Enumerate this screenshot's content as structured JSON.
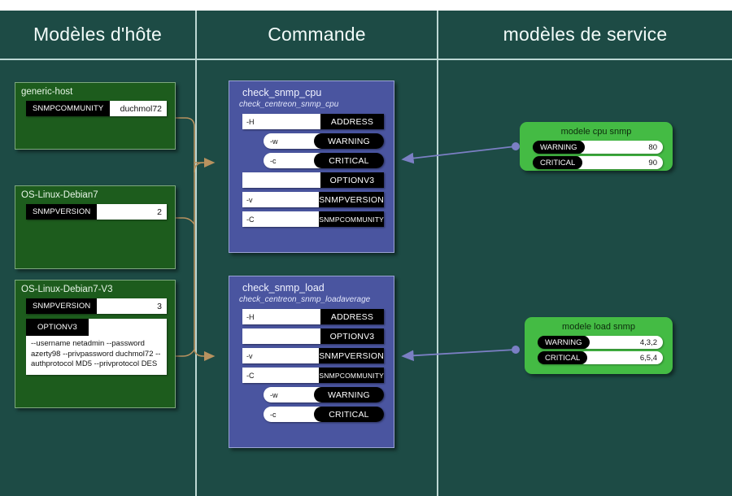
{
  "diagram": {
    "columns": [
      {
        "title": "Modèles d'hôte"
      },
      {
        "title": "Commande"
      },
      {
        "title": "modèles de service"
      }
    ],
    "colors": {
      "background": "#1d4b45",
      "host_node": "#1d5c1d",
      "command_node": "#4a55a0",
      "service_node": "#44bb44",
      "host_link": "#b08d60",
      "service_link": "#7b7fc4",
      "divider": "#bcd7d3"
    }
  },
  "host_templates": [
    {
      "name": "generic-host",
      "macros": [
        {
          "key": "SNMPCOMMUNITY",
          "value": "duchmol72"
        }
      ]
    },
    {
      "name": "OS-Linux-Debian7",
      "macros": [
        {
          "key": "SNMPVERSION",
          "value": "2"
        }
      ]
    },
    {
      "name": "OS-Linux-Debian7-V3",
      "macros": [
        {
          "key": "SNMPVERSION",
          "value": "3"
        }
      ],
      "block_macro": {
        "key": "OPTIONV3",
        "text": "--username netadmin --password azerty98 --privpassword duchmol72 --authprotocol MD5 --privprotocol DES"
      }
    }
  ],
  "commands": [
    {
      "name": "check_snmp_cpu",
      "binary": "check_centreon_snmp_cpu",
      "args": [
        {
          "flag": "-H",
          "name": "ADDRESS",
          "style": "square"
        },
        {
          "flag": "-w",
          "name": "WARNING",
          "style": "pill"
        },
        {
          "flag": "-c",
          "name": "CRITICAL",
          "style": "pill"
        },
        {
          "flag": "",
          "name": "OPTIONV3",
          "style": "square"
        },
        {
          "flag": "-v",
          "name": "SNMPVERSION",
          "style": "square"
        },
        {
          "flag": "-C",
          "name": "SNMPCOMMUNITY",
          "style": "square",
          "small": true
        }
      ]
    },
    {
      "name": "check_snmp_load",
      "binary": "check_centreon_snmp_loadaverage",
      "args": [
        {
          "flag": "-H",
          "name": "ADDRESS",
          "style": "square"
        },
        {
          "flag": "",
          "name": "OPTIONV3",
          "style": "square"
        },
        {
          "flag": "-v",
          "name": "SNMPVERSION",
          "style": "square"
        },
        {
          "flag": "-C",
          "name": "SNMPCOMMUNITY",
          "style": "square",
          "small": true
        },
        {
          "flag": "-w",
          "name": "WARNING",
          "style": "pill"
        },
        {
          "flag": "-c",
          "name": "CRITICAL",
          "style": "pill"
        }
      ]
    }
  ],
  "service_templates": [
    {
      "name": "modele cpu snmp",
      "macros": [
        {
          "key": "WARNING",
          "value": "80"
        },
        {
          "key": "CRITICAL",
          "value": "90"
        }
      ]
    },
    {
      "name": "modele load snmp",
      "macros": [
        {
          "key": "WARNING",
          "value": "4,3,2"
        },
        {
          "key": "CRITICAL",
          "value": "6,5,4"
        }
      ]
    }
  ]
}
